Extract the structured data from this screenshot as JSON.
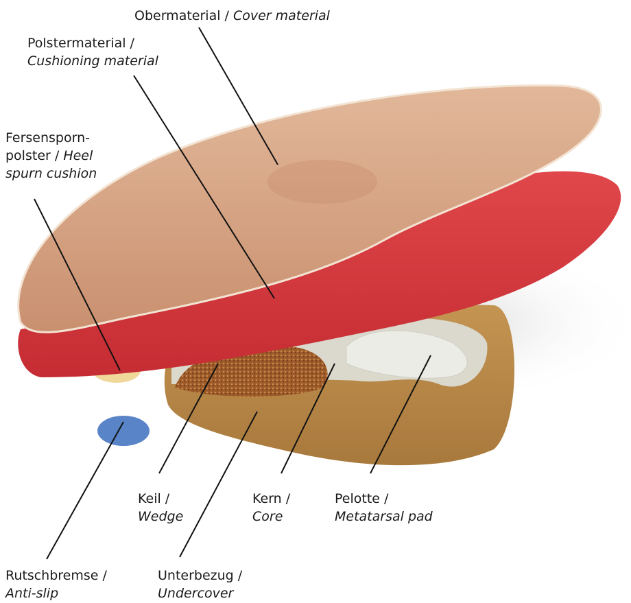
{
  "labels": {
    "cover": {
      "de": "Obermaterial /",
      "en": "Cover material"
    },
    "cushioning": {
      "de": "Polstermaterial /",
      "en": "Cushioning material"
    },
    "heel": {
      "de1": "Fersensporn-",
      "de2": "polster /",
      "en1": "Heel",
      "en2": "spurn cushion"
    },
    "wedge": {
      "de": "Keil /",
      "en": "Wedge"
    },
    "core": {
      "de": "Kern /",
      "en": "Core"
    },
    "pelotte": {
      "de": "Pelotte /",
      "en": "Metatarsal pad"
    },
    "antislip": {
      "de": "Rutschbremse /",
      "en": "Anti-slip"
    },
    "undercover": {
      "de": "Unterbezug /",
      "en": "Undercover"
    }
  },
  "colors": {
    "leather": "#d9a888",
    "red_layer": "#d93a3e",
    "cork": "#b78645",
    "core_grey": "#dcdcd4",
    "pad_grey": "#e8e8e2",
    "antislip_blue": "#5a84c8",
    "leader_line": "#111111"
  }
}
